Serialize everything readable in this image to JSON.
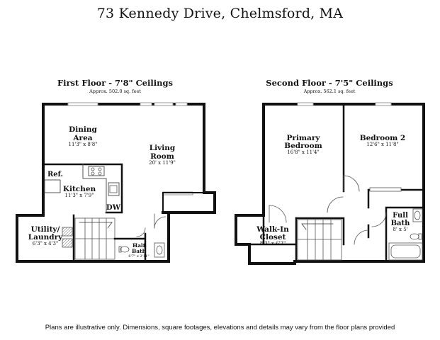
{
  "title": "73 Kennedy Drive, Chelmsford, MA",
  "first_floor": {
    "heading": "First Floor - 7'8\" Ceilings",
    "area": "Approx. 502.0 sq. feet",
    "rooms": {
      "dining": {
        "name1": "Dining",
        "name2": "Area",
        "dims": "11'3\" x 8'8\""
      },
      "living": {
        "name1": "Living",
        "name2": "Room",
        "dims": "20' x 11'9\""
      },
      "kitchen": {
        "name": "Kitchen",
        "dims": "11'3\" x 7'9\""
      },
      "ref": {
        "name": "Ref."
      },
      "dw": {
        "name": "DW"
      },
      "utility": {
        "name1": "Utility/",
        "name2": "Laundry",
        "dims": "6'3\" x 4'3\""
      },
      "halfbath": {
        "name1": "Half",
        "name2": "Bath",
        "dims": "6'7\" x 2'11\""
      }
    }
  },
  "second_floor": {
    "heading": "Second Floor - 7'5\" Ceilings",
    "area": "Approx. 562.1 sq. feet",
    "rooms": {
      "primary": {
        "name1": "Primary",
        "name2": "Bedroom",
        "dims": "16'8\" x 11'4\""
      },
      "bedroom2": {
        "name": "Bedroom 2",
        "dims": "12'6\" x 11'8\""
      },
      "closet": {
        "name1": "Walk-In",
        "name2": "Closet",
        "dims": "8'3\" x 6'2\""
      },
      "fullbath": {
        "name1": "Full",
        "name2": "Bath",
        "dims": "8' x 5'"
      }
    }
  },
  "disclaimer": "Plans are illustrative only. Dimensions, square footages, elevations and details may vary from the floor plans provided",
  "colors": {
    "wall": "#111111",
    "fixture": "#555555",
    "window": "#9a9a9a"
  }
}
